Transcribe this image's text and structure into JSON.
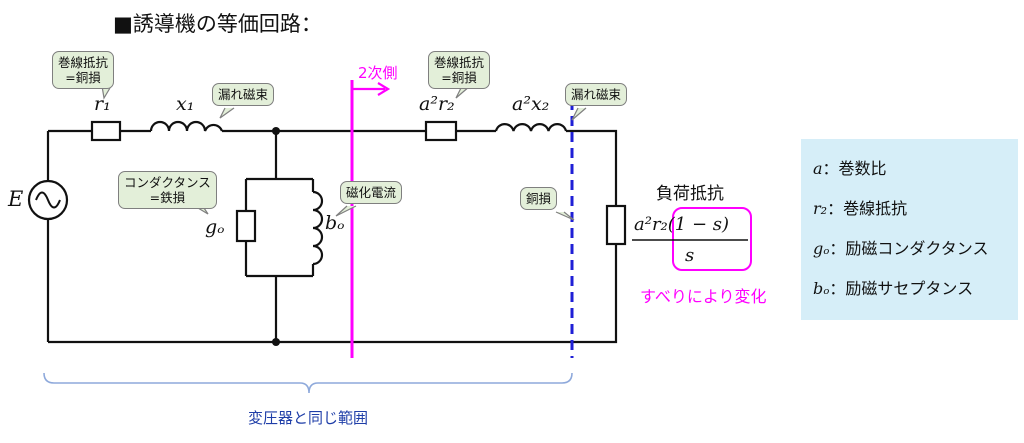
{
  "title": "■誘導機の等価回路：",
  "labels": {
    "r1": "r₁",
    "x1": "x₁",
    "a2r2": "a²r₂",
    "a2x2": "a²x₂",
    "E": "E",
    "go": "gₒ",
    "bo": "bₒ",
    "secondary_side": "2次側",
    "load_resistance": "負荷抵抗",
    "load_numerator": "a²r₂(1 − s)",
    "load_denominator": "s",
    "slip_note": "すべりにより変化",
    "transformer_range": "変圧器と同じ範囲"
  },
  "callouts": {
    "winding_resistance_1": [
      "巻線抵抗",
      "=銅損"
    ],
    "leakage_flux_1": "漏れ磁束",
    "winding_resistance_2": [
      "巻線抵抗",
      "=銅損"
    ],
    "leakage_flux_2": "漏れ磁束",
    "conductance": [
      "コンダクタンス",
      "=鉄損"
    ],
    "magnetizing_current": "磁化電流",
    "copper_loss": "銅損"
  },
  "legend": [
    {
      "symbol": "a",
      "text": "：巻数比"
    },
    {
      "symbol": "r₂",
      "text": "：巻線抵抗"
    },
    {
      "symbol": "gₒ",
      "text": "：励磁コンダクタンス"
    },
    {
      "symbol": "bₒ",
      "text": "：励磁サセプタンス"
    }
  ],
  "colors": {
    "wire": "#111111",
    "highlight": "#ff00ff",
    "dashed_line": "#1f1fd6",
    "callout_fill": "#e3efd9",
    "legend_fill": "#d6eef8",
    "brace": "#8ea9db",
    "range_text": "#1f3ea8"
  }
}
